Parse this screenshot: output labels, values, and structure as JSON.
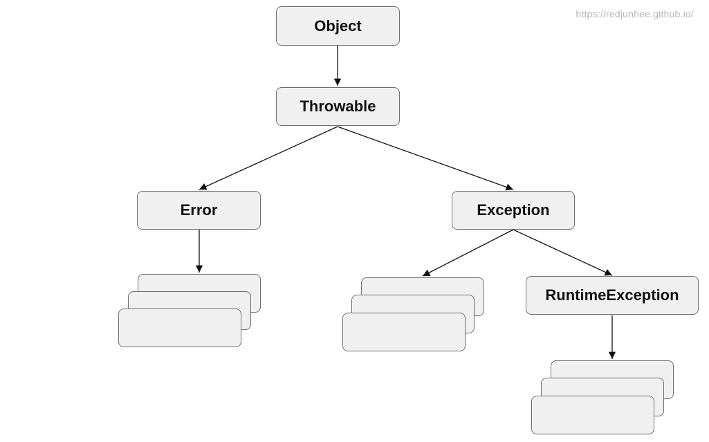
{
  "watermark": "https://redjunhee.github.io/",
  "nodes": {
    "object": "Object",
    "throwable": "Throwable",
    "error": "Error",
    "exception": "Exception",
    "runtime_exception": "RuntimeException"
  },
  "colors": {
    "box_fill": "#f0f0f0",
    "box_border": "#6e6e6e",
    "arrow": "#111111"
  }
}
